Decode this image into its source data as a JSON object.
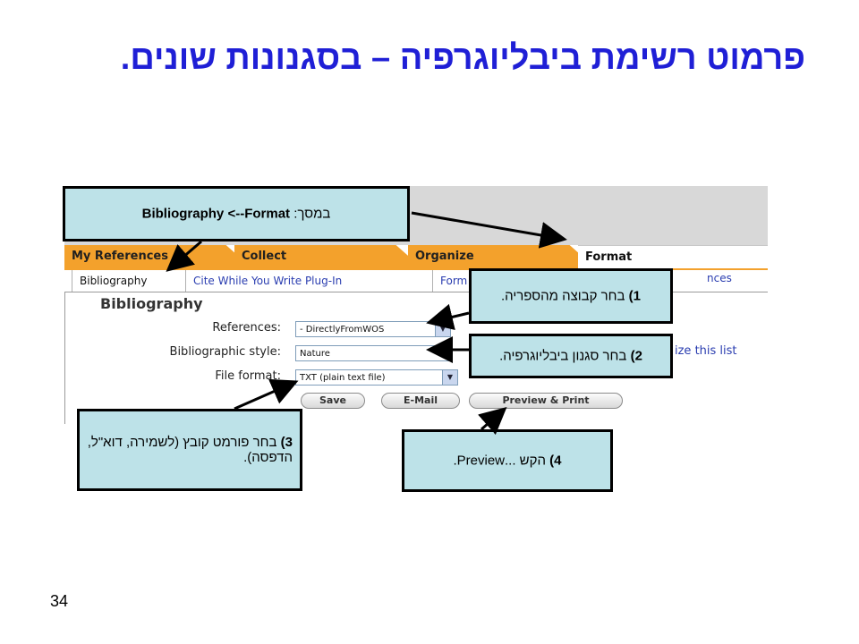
{
  "slide": {
    "title": "פרמוט רשימת ביבליוגרפיה – בסגנונות שונים.",
    "page_number": "34"
  },
  "app": {
    "tabs": [
      {
        "label": "My References"
      },
      {
        "label": "Collect"
      },
      {
        "label": "Organize"
      },
      {
        "label": "Format"
      }
    ],
    "subtabs": [
      {
        "label": "Bibliography"
      },
      {
        "label": "Cite While You Write Plug-In"
      },
      {
        "label": "Form"
      }
    ],
    "subtab_fragment": "nces",
    "panel_title": "Bibliography",
    "fields": {
      "references_label": "References:",
      "references_value": "- DirectlyFromWOS",
      "style_label": "Bibliographic style:",
      "style_value": "Nature",
      "format_label": "File format:",
      "format_value": "TXT (plain text file)"
    },
    "customize_link": "ize this list",
    "buttons": {
      "save": "Save",
      "email": "E-Mail",
      "preview": "Preview & Print"
    }
  },
  "callouts": {
    "top_prefix": "במסך:",
    "top_bold": "Bibliography <--Format",
    "step1_num": "1)",
    "step1_text": "בחר קבוצה מהספריה.",
    "step2_num": "2)",
    "step2_text": "בחר סגנון ביבליוגרפיה.",
    "step3_num": "3)",
    "step3_text": "בחר פורמט קובץ (לשמירה, דוא\"ל, הדפסה).",
    "step4_num": "4)",
    "step4_text": "הקש ...Preview."
  },
  "colors": {
    "title": "#1f1fd6",
    "callout_bg": "#bde2e8",
    "tab_orange": "#f3a12c",
    "link_blue": "#2a3db0"
  }
}
